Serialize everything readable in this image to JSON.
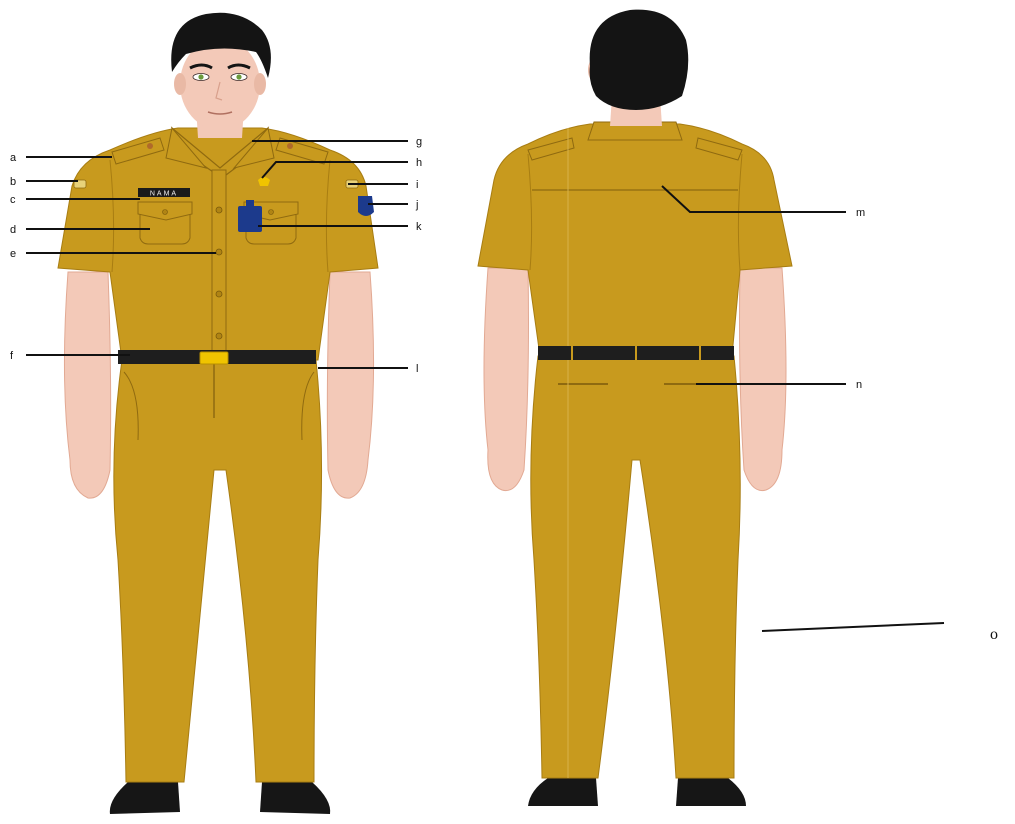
{
  "name_tag_text": "NAMA",
  "callouts": {
    "a": "a",
    "b": "b",
    "c": "c",
    "d": "d",
    "e": "e",
    "f": "f",
    "g": "g",
    "h": "h",
    "i": "i",
    "j": "j",
    "k": "k",
    "l": "l",
    "m": "m",
    "n": "n",
    "o": "o"
  },
  "colors": {
    "uniform": "#c89a1e",
    "uniform_shadow": "#a87d12",
    "seam": "#8f6a10",
    "skin": "#f3c9b8",
    "skin_shadow": "#e2a993",
    "hair": "#141414",
    "belt": "#1e1e1e",
    "buckle": "#f0c400",
    "badge": "#1c3a8c",
    "shoe": "#161616"
  }
}
